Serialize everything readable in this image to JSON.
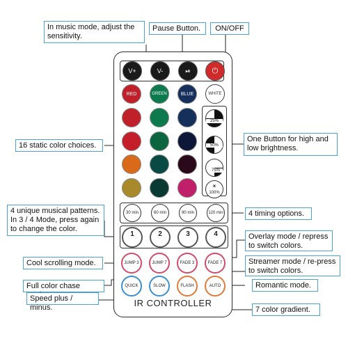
{
  "title": "IR CONTROLLER",
  "callouts": {
    "sensitivity": "In music mode, adjust the sensitivity.",
    "pause": "Pause Button.",
    "onoff": "ON/OFF",
    "brightness": "One Button for high and low brightness.",
    "static": "16 static color choices.",
    "musical": "4 unique musical patterns. In 3 / 4 Mode, press again to change the color.",
    "timing": "4 timing options.",
    "overlay": "Overlay mode / repress to switch colors.",
    "cool": "Cool scrolling mode.",
    "streamer": "Streamer mode / re-press to switch colors.",
    "chase": "Full color chase mode.",
    "romantic": "Romantic mode.",
    "gradient": "7 color gradient.",
    "speed": "Speed plus / minus."
  },
  "buttons": {
    "vplus": "V+",
    "vminus": "V-",
    "on": "ON",
    "red": "RED",
    "green": "GREEN",
    "blue": "BLUE",
    "white": "WHITE",
    "b25": "25%",
    "b50": "50%",
    "b75": "75%",
    "b100": "100%",
    "t30": "30 min",
    "t60": "60 min",
    "t90": "90 min",
    "t120": "120 min",
    "m1": "1",
    "m2": "2",
    "m3": "3",
    "m4": "4",
    "jump3": "JUMP 3",
    "jump7": "JUMP 7",
    "fade3": "FADE 3",
    "fade7": "FADE 7",
    "quick": "QUICK",
    "slow": "SLOW",
    "flash": "FLASH",
    "auto": "AUTO"
  },
  "colors": {
    "accent": "#4aa3d8",
    "grid": [
      "#c0202a",
      "#0c7a4c",
      "#16305c",
      "#c41e2a",
      "#0b6640",
      "#0d1838",
      "#d86a1a",
      "#0a4a44",
      "#2a0a1a",
      "#a98a2a",
      "#0a3a34",
      "#c0206a"
    ]
  }
}
